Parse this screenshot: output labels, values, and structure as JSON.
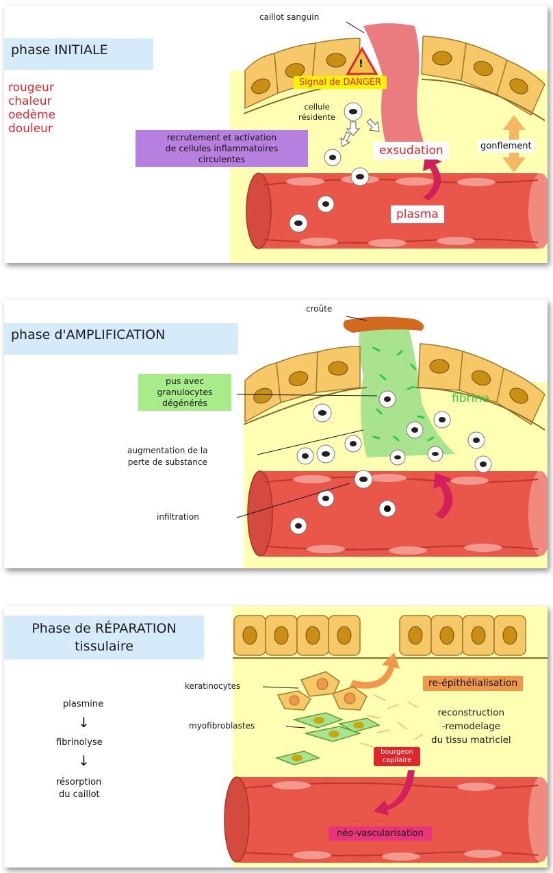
{
  "panel1": {
    "title": "phase INITIALE",
    "signs": [
      "rougeur",
      "chaleur",
      "oedème",
      "douleur"
    ],
    "labels": {
      "clot": "caillot sanguin",
      "danger": "Signal de DANGER",
      "resident_line1": "cellule",
      "resident_line2": "résidente",
      "recruit_line1": "recrutement et activation",
      "recruit_line2": "de cellules inflammatoires",
      "recruit_line3": "circulentes",
      "exsudation": "exsudation",
      "swelling": "gonflement",
      "plasma": "plasma",
      "danger_symbol": "!"
    }
  },
  "panel2": {
    "title": "phase d'AMPLIFICATION",
    "labels": {
      "crust": "croûte",
      "pus_line1": "pus avec",
      "pus_line2": "granulocytes",
      "pus_line3": "dégénérés",
      "fibrin": "fibrine",
      "loss_line1": "augmentation de la",
      "loss_line2": "perte de substance",
      "infiltration": "infiltration"
    }
  },
  "panel3": {
    "title_line1": "Phase de RÉPARATION",
    "title_line2": "tissulaire",
    "steps": [
      "plasmine",
      "fibrinolyse",
      "résorption",
      "du caillot"
    ],
    "step_arrow": "↓",
    "labels": {
      "keratinocytes": "keratinocytes",
      "reepith": "re-épithélialisation",
      "recon_line1": "reconstruction",
      "recon_line2": "-remodelage",
      "recon_line3": "du tissu matriciel",
      "myofibro": "myofibroblastes",
      "bud_line1": "bourgeon",
      "bud_line2": "capilaire",
      "neovasc": "néo-vascularisation"
    }
  },
  "colors": {
    "cell_fill": "#f6c867",
    "nucleus": "#c98f12",
    "tissue": "#ffffb3",
    "vessel": "#e8574a",
    "clot": "#ea7b7f",
    "pus": "#a9e38e"
  }
}
